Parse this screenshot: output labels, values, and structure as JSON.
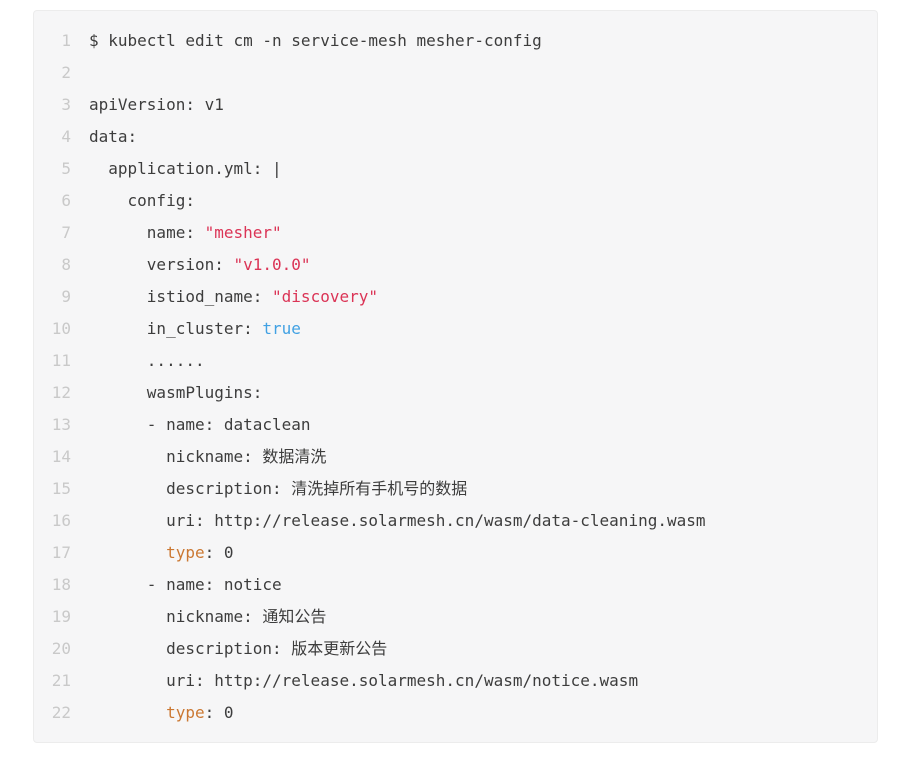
{
  "colors": {
    "plain_text": "#3d3d3d",
    "string_token": "#db3456",
    "literal_token": "#41a1e3",
    "keyword_token": "#cb7832",
    "line_number": "#c9c9c9",
    "block_background": "#f6f6f7",
    "block_border": "#ececec",
    "page_background": "#ffffff"
  },
  "code_block": {
    "language": "yaml",
    "lines": [
      {
        "n": "1",
        "seg": [
          {
            "t": "plain",
            "v": "$ kubectl edit cm -n service-mesh mesher-config"
          }
        ]
      },
      {
        "n": "2",
        "seg": []
      },
      {
        "n": "3",
        "seg": [
          {
            "t": "plain",
            "v": "apiVersion: v1"
          }
        ]
      },
      {
        "n": "4",
        "seg": [
          {
            "t": "plain",
            "v": "data:"
          }
        ]
      },
      {
        "n": "5",
        "seg": [
          {
            "t": "plain",
            "v": "  application.yml: |"
          }
        ]
      },
      {
        "n": "6",
        "seg": [
          {
            "t": "plain",
            "v": "    config:"
          }
        ]
      },
      {
        "n": "7",
        "seg": [
          {
            "t": "plain",
            "v": "      name: "
          },
          {
            "t": "string",
            "v": "\"mesher\""
          }
        ]
      },
      {
        "n": "8",
        "seg": [
          {
            "t": "plain",
            "v": "      version: "
          },
          {
            "t": "string",
            "v": "\"v1.0.0\""
          }
        ]
      },
      {
        "n": "9",
        "seg": [
          {
            "t": "plain",
            "v": "      istiod_name: "
          },
          {
            "t": "string",
            "v": "\"discovery\""
          }
        ]
      },
      {
        "n": "10",
        "seg": [
          {
            "t": "plain",
            "v": "      in_cluster: "
          },
          {
            "t": "literal",
            "v": "true"
          }
        ]
      },
      {
        "n": "11",
        "seg": [
          {
            "t": "plain",
            "v": "      ......"
          }
        ]
      },
      {
        "n": "12",
        "seg": [
          {
            "t": "plain",
            "v": "      wasmPlugins:"
          }
        ]
      },
      {
        "n": "13",
        "seg": [
          {
            "t": "plain",
            "v": "      - name: dataclean"
          }
        ]
      },
      {
        "n": "14",
        "seg": [
          {
            "t": "plain",
            "v": "        nickname: 数据清洗"
          }
        ]
      },
      {
        "n": "15",
        "seg": [
          {
            "t": "plain",
            "v": "        description: 清洗掉所有手机号的数据"
          }
        ]
      },
      {
        "n": "16",
        "seg": [
          {
            "t": "plain",
            "v": "        uri: http://release.solarmesh.cn/wasm/data-cleaning.wasm"
          }
        ]
      },
      {
        "n": "17",
        "seg": [
          {
            "t": "plain",
            "v": "        "
          },
          {
            "t": "keyword",
            "v": "type"
          },
          {
            "t": "plain",
            "v": ": 0"
          }
        ]
      },
      {
        "n": "18",
        "seg": [
          {
            "t": "plain",
            "v": "      - name: notice"
          }
        ]
      },
      {
        "n": "19",
        "seg": [
          {
            "t": "plain",
            "v": "        nickname: 通知公告"
          }
        ]
      },
      {
        "n": "20",
        "seg": [
          {
            "t": "plain",
            "v": "        description: 版本更新公告"
          }
        ]
      },
      {
        "n": "21",
        "seg": [
          {
            "t": "plain",
            "v": "        uri: http://release.solarmesh.cn/wasm/notice.wasm"
          }
        ]
      },
      {
        "n": "22",
        "seg": [
          {
            "t": "plain",
            "v": "        "
          },
          {
            "t": "keyword",
            "v": "type"
          },
          {
            "t": "plain",
            "v": ": 0"
          }
        ]
      }
    ]
  }
}
